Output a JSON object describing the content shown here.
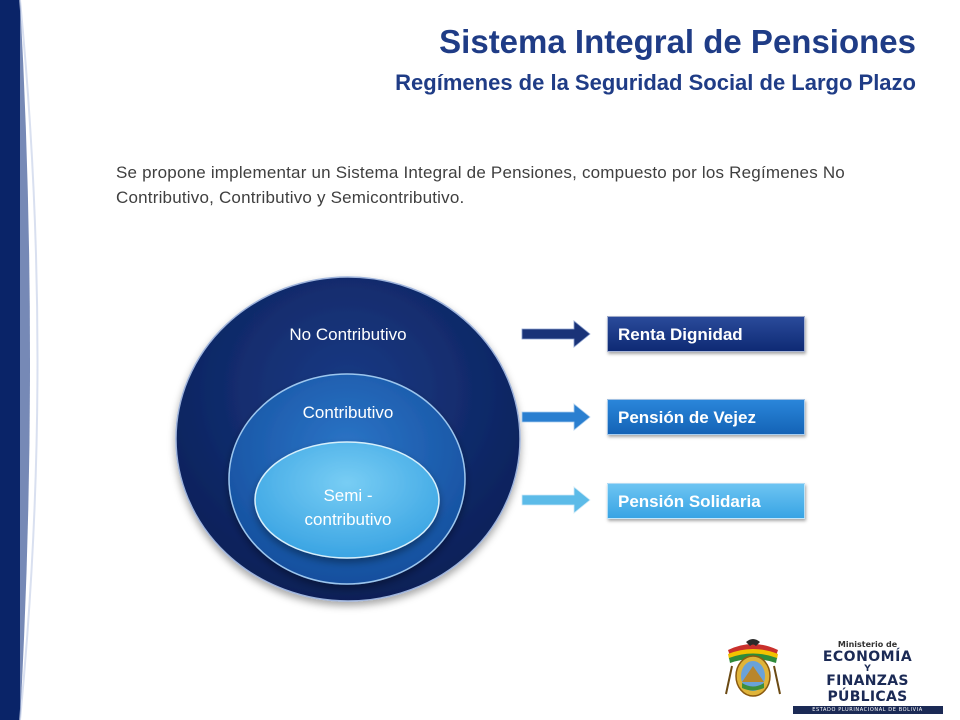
{
  "header": {
    "title": "Sistema Integral de Pensiones",
    "subtitle": "Regímenes de la Seguridad Social de Largo Plazo"
  },
  "intro": {
    "text": "Se propone implementar un Sistema Integral de Pensiones, compuesto por los Regímenes No Contributivo, Contributivo y Semicontributivo."
  },
  "diagram": {
    "rings": [
      {
        "label": "No Contributivo",
        "color": "#0d2461"
      },
      {
        "label": "Contributivo",
        "color": "#1f5fb0"
      },
      {
        "label_line1": "Semi -",
        "label_line2": "contributivo",
        "color": "#4fb2ec"
      }
    ],
    "outcomes": [
      {
        "label": "Renta Dignidad",
        "arrow_color": "#1a3378"
      },
      {
        "label": "Pensión de Vejez",
        "arrow_color": "#2a7fd0"
      },
      {
        "label": "Pensión Solidaria",
        "arrow_color": "#5cbbe8"
      }
    ]
  },
  "logo": {
    "ministry": "Ministerio de",
    "line1": "ECONOMÍA",
    "conj": "Y",
    "line2": "FINANZAS PÚBLICAS",
    "band": "ESTADO PLURINACIONAL DE BOLIVIA",
    "emblem": "coat-of-arms-icon"
  }
}
